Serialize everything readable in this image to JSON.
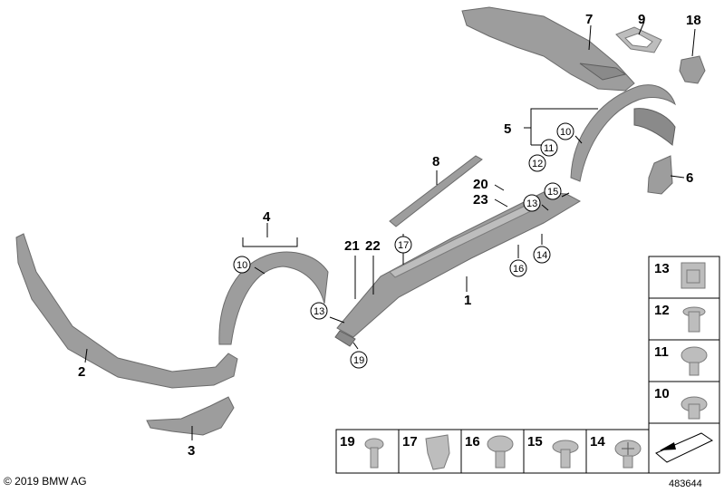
{
  "copyright": "© 2019 BMW AG",
  "diagram_number": "483644",
  "callouts": {
    "n1": "1",
    "n2": "2",
    "n3": "3",
    "n4": "4",
    "n5": "5",
    "n6": "6",
    "n7": "7",
    "n8": "8",
    "n9": "9",
    "n18": "18",
    "n20": "20",
    "n21": "21",
    "n22": "22",
    "n23": "23"
  },
  "circled": {
    "c10a": "10",
    "c10b": "10",
    "c11": "11",
    "c12": "12",
    "c13a": "13",
    "c13b": "13",
    "c14": "14",
    "c15": "15",
    "c16": "16",
    "c17": "17",
    "c19": "19"
  },
  "legend_right": [
    "13",
    "12",
    "11",
    "10"
  ],
  "legend_bottom": [
    "19",
    "17",
    "16",
    "15",
    "14"
  ]
}
